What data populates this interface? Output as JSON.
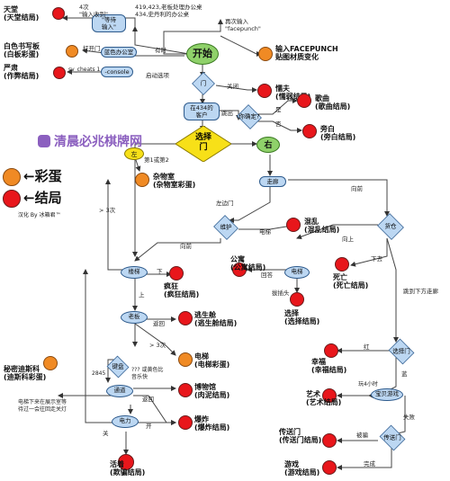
{
  "diagram": {
    "start": "开始",
    "choice": "选择\n门",
    "right_branch": "右",
    "left_branch": "左",
    "legend": {
      "egg": "←彩蛋",
      "end": "←结局",
      "credit": "汉化 By 冰箱君™"
    },
    "watermark": "清晨必兆棋牌网",
    "endings": {
      "heaven": "天堂\n(天堂结局)",
      "whiteboard": "白色书写板\n(白板彩蛋)",
      "strict": "严肃\n(作弊结局)",
      "facepunch": "输入FACEPUNCH\n贴图材质变化",
      "coward": "懦夫\n(懦弱结局)",
      "song": "歌曲\n(歌曲结局)",
      "narration": "旁白\n(旁白结局)",
      "storage": "杂物室\n(杂物室彩蛋)",
      "chaos": "混乱\n(混乱结局)",
      "apartment": "公寓\n(公寓结局)",
      "death": "死亡\n(死亡结局)",
      "madness": "疯狂\n(疯狂结局)",
      "escape": "逃生舱\n(逃生舱结局)",
      "choose": "选择\n(选择结局)",
      "elevator_egg": "电梯\n(电梯彩蛋)",
      "secret": "秘密迪斯科\n(迪斯科彩蛋)",
      "museum": "博物馆\n(肉泥结局)",
      "happy": "幸福\n(幸福结局)",
      "explode": "爆炸\n(爆炸结局)",
      "art": "艺术\n(艺术结局)",
      "portal": "传送门\n(传送门结局)",
      "alive": "活着\n(欺骗结局)",
      "game": "游戏\n(游戏结局)"
    },
    "nodes": {
      "wait": "\"等待\n输入\"",
      "bluedoor": "蓝色办公室",
      "console": "-console",
      "door": "门",
      "office427": "在434的\n客户",
      "wife": "你确定?",
      "corridor": "走廊",
      "maintenance": "维护",
      "cargo": "货仓",
      "stairs": "楼梯",
      "boss": "老板",
      "elevator": "电梯",
      "keyboard": "键盘",
      "passage": "通道",
      "power": "电力",
      "select_door": "选择门",
      "game_show": "宝贝游戏",
      "portal_node": "传送门"
    },
    "edge_labels": {
      "t1": "4次\n\"输入收到\"",
      "t2": "419,423,老板处理办公桌\n434,史丹利的办公桌",
      "t3": "再次输入\n\"facepunch\"",
      "t4": "打开门",
      "t5": "有时",
      "t6": "sv_cheats 1",
      "t7": "启动选项",
      "t8": "关闭",
      "t9": "是",
      "t10": "跳出",
      "t11": "否",
      "t12": "第1或第2",
      "t13": "> 3次",
      "t14": "左边门",
      "t15": "向前",
      "t16": "电梯",
      "t17": "向上",
      "t18": "下去",
      "t19": "回答",
      "t20": "拔插头",
      "t21": "向前",
      "t22": "跳到下方走廊",
      "t23": "下",
      "t24": "上",
      "t25": "返回",
      "t26": "> 3次",
      "t27": "??? 或黄色比\n音乐快",
      "t28": "返回",
      "t29": "2845",
      "t30": "电梯下来在展示室等\n待过一会往回走关灯",
      "t31": "开",
      "t32": "关",
      "t33": "红",
      "t34": "蓝",
      "t35": "玩4小时",
      "t36": "失败",
      "t37": "被骗",
      "t38": "完成"
    }
  }
}
